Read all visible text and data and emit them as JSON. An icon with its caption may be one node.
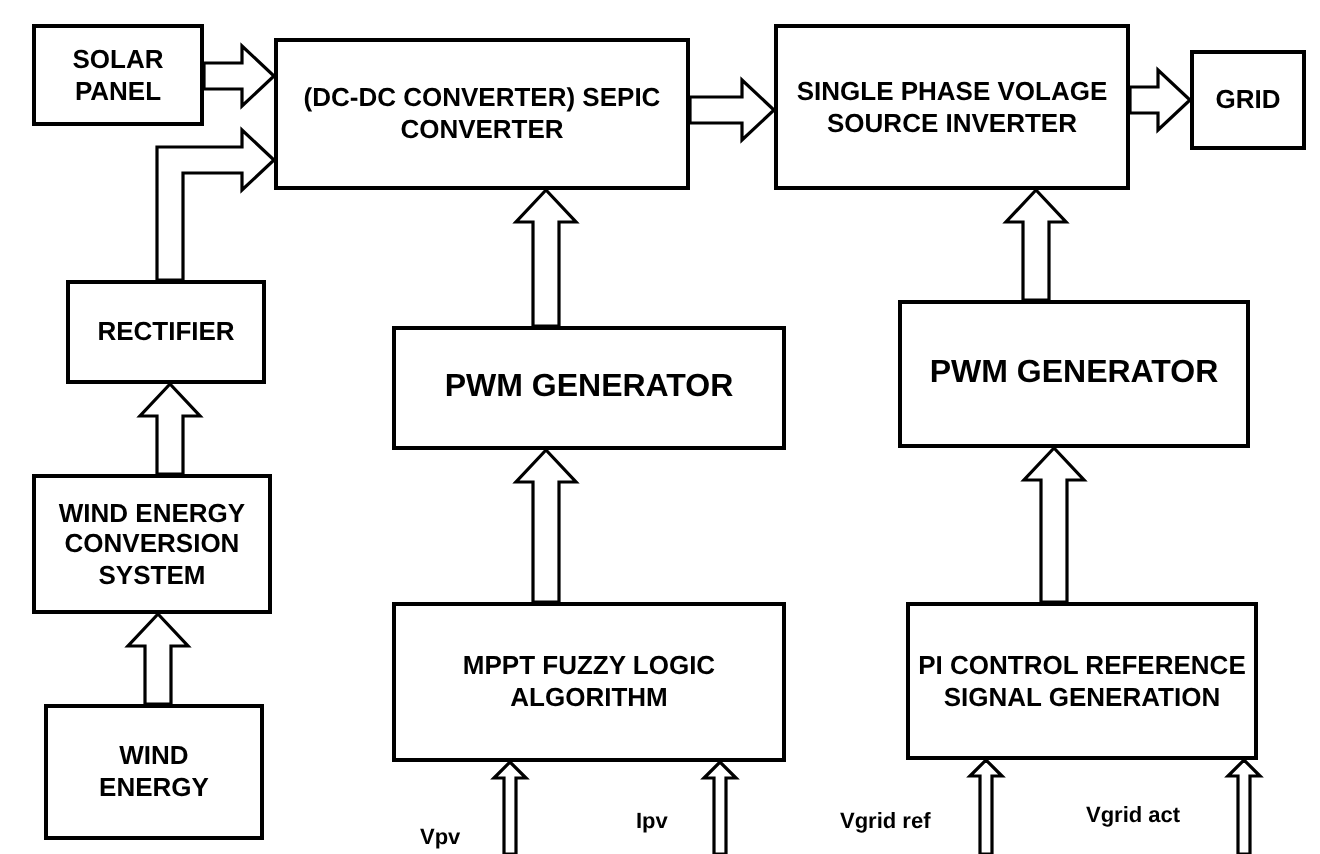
{
  "diagram": {
    "nodes": [
      {
        "text": [
          "SOLAR PANEL"
        ]
      },
      {
        "text": [
          "(DC-DC CONVERTER) SEPIC CONVERTER"
        ]
      },
      {
        "text": [
          "SINGLE PHASE VOLAGE SOURCE INVERTER"
        ]
      },
      {
        "text": [
          "GRID"
        ]
      },
      {
        "text": [
          "RECTIFIER"
        ]
      },
      {
        "text": [
          "WIND ENERGY CONVERSION SYSTEM"
        ]
      },
      {
        "text": [
          "WIND ENERGY"
        ]
      },
      {
        "text": [
          "PWM GENERATOR"
        ]
      },
      {
        "text": [
          "PWM GENERATOR"
        ]
      },
      {
        "text": [
          "MPPT FUZZY LOGIC ALGORITHM"
        ]
      },
      {
        "text": [
          "PI CONTROL REFERENCE SIGNAL GENERATION"
        ]
      }
    ],
    "edges": [
      {
        "from": 0,
        "to": 1,
        "arrow": "to"
      },
      {
        "from": 4,
        "to": 1,
        "arrow": "to"
      },
      {
        "from": 1,
        "to": 2,
        "arrow": "to"
      },
      {
        "from": 2,
        "to": 3,
        "arrow": "to"
      },
      {
        "from": 7,
        "to": 1,
        "arrow": "to"
      },
      {
        "from": 8,
        "to": 2,
        "arrow": "to"
      },
      {
        "from": 5,
        "to": 4,
        "arrow": "to"
      },
      {
        "from": 6,
        "to": 5,
        "arrow": "to"
      },
      {
        "from": 9,
        "to": 7,
        "arrow": "to"
      },
      {
        "from": 10,
        "to": 8,
        "arrow": "to"
      },
      {
        "from": null,
        "to": 9,
        "arrow": "to",
        "label": "Vpv"
      },
      {
        "from": null,
        "to": 9,
        "arrow": "to",
        "label": "Ipv"
      },
      {
        "from": null,
        "to": 10,
        "arrow": "to",
        "label": "Vgrid ref"
      },
      {
        "from": null,
        "to": 10,
        "arrow": "to",
        "label": "Vgrid act"
      }
    ]
  }
}
